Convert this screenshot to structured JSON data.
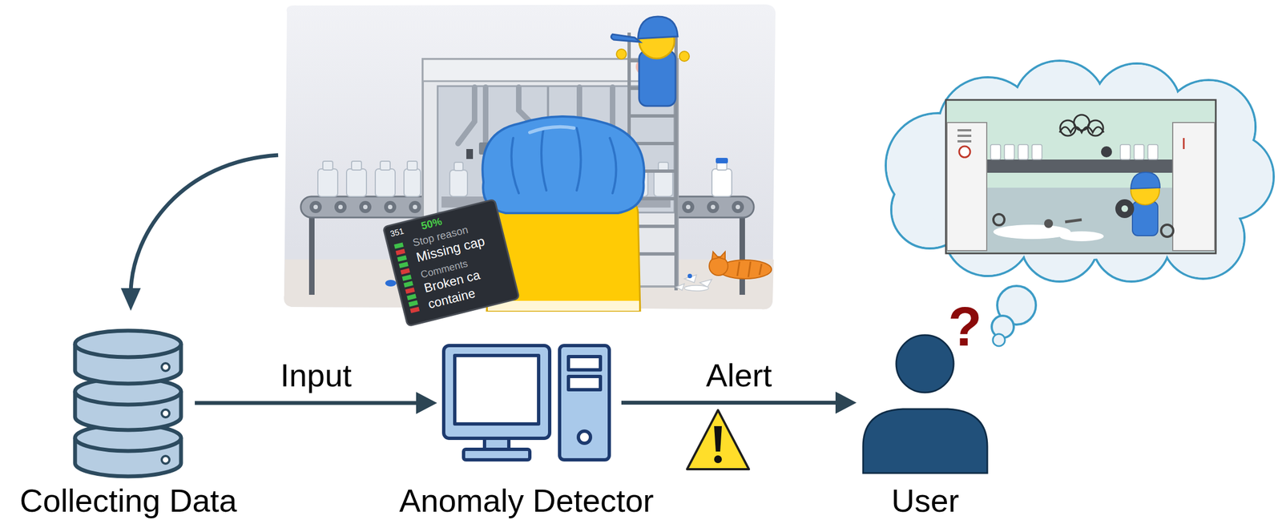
{
  "diagram": {
    "nodes": [
      {
        "text": [
          "Collecting Data"
        ]
      },
      {
        "text": [
          "Anomaly Detector"
        ]
      },
      {
        "text": [
          "User"
        ]
      }
    ],
    "edges": [
      {
        "from": 0,
        "to": 1,
        "arrow": "to",
        "label": "Input"
      },
      {
        "from": 1,
        "to": 2,
        "arrow": "to",
        "label": "Alert"
      }
    ],
    "labels": [
      "351",
      "50%",
      "Stop reason",
      "Missing cap",
      "Comments",
      "Broken ca",
      "containe",
      "?"
    ]
  }
}
